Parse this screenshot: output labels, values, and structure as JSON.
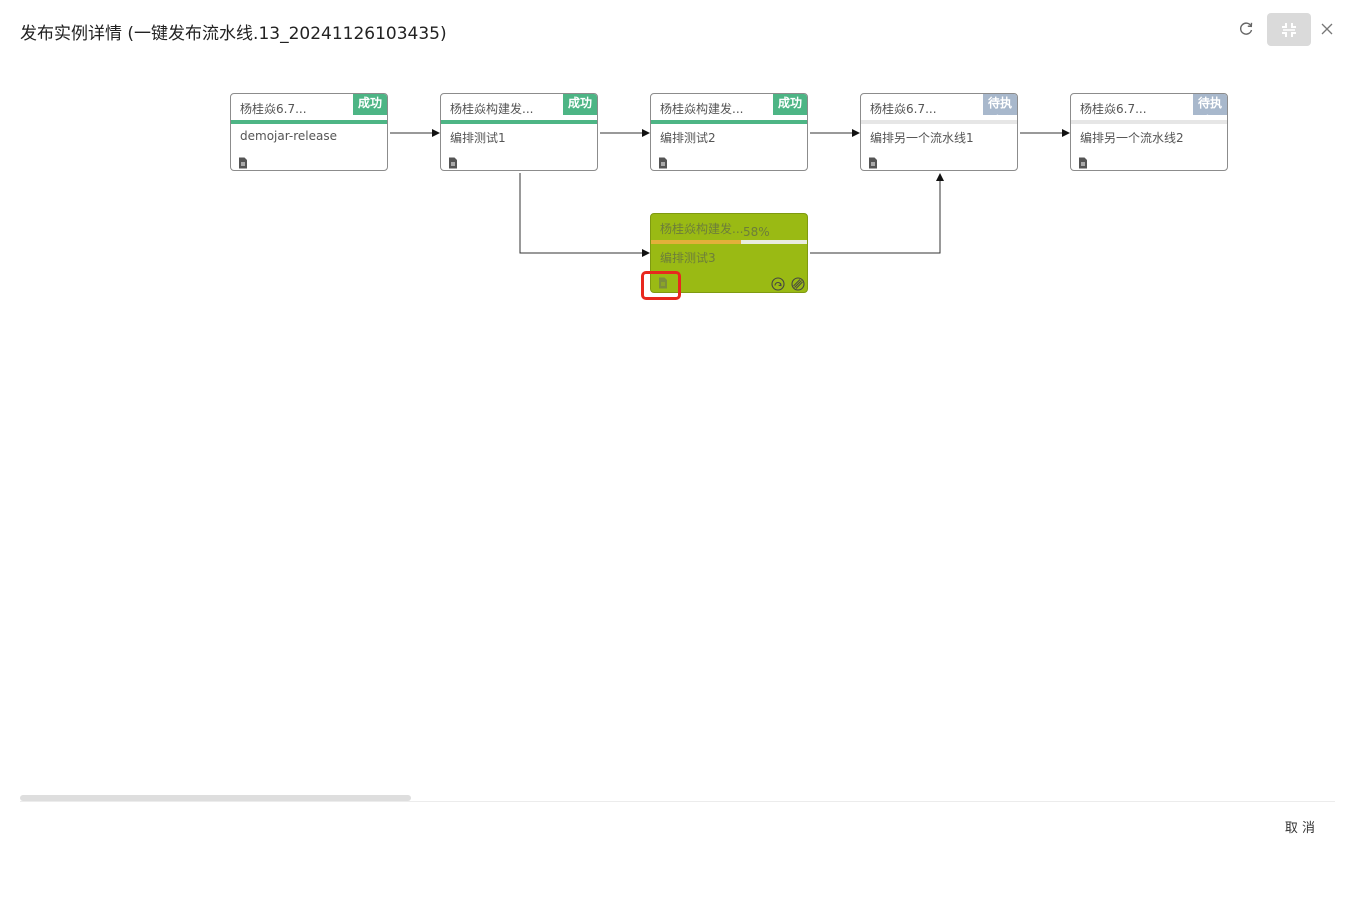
{
  "dialog": {
    "title": "发布实例详情 (一键发布流水线.13_20241126103435)",
    "refresh_icon": "refresh-icon",
    "collapse_icon": "collapse-icon",
    "close_icon": "close-icon"
  },
  "nodes": [
    {
      "title": "杨桂焱6.7...",
      "status": "成功",
      "name": "demojar-release",
      "progress": 1.0
    },
    {
      "title": "杨桂焱构建发...",
      "status": "成功",
      "name": "编排测试1",
      "progress": 1.0
    },
    {
      "title": "杨桂焱构建发...",
      "status": "成功",
      "name": "编排测试2",
      "progress": 1.0
    },
    {
      "title": "杨桂焱6.7...",
      "status": "待执行",
      "name": "编排另一个流水线1",
      "progress": 0
    },
    {
      "title": "杨桂焱6.7...",
      "status": "待执行",
      "name": "编排另一个流水线2",
      "progress": 0
    },
    {
      "title": "杨桂焱构建发...",
      "percent": "58%",
      "name": "编排测试3",
      "progress": 0.58,
      "state": "running"
    }
  ],
  "colors": {
    "success": "#4db585",
    "pending": "#a8b8cc",
    "running_bg": "#9aba14",
    "running_progress": "#e3b03a",
    "highlight": "#e8281e"
  },
  "footer": {
    "cancel_label": "取 消"
  }
}
